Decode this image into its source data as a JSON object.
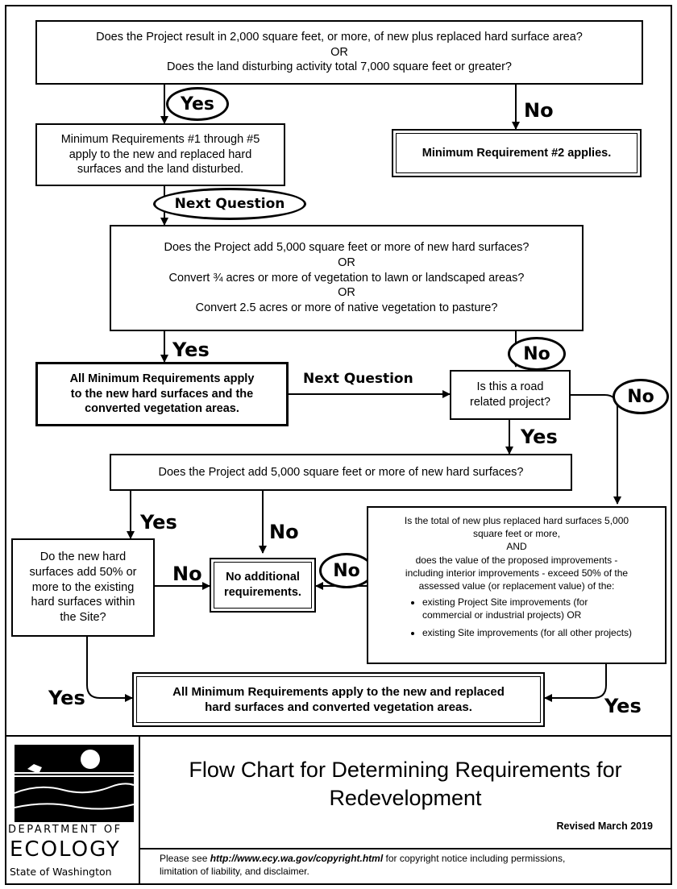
{
  "q1": {
    "line1": "Does the Project result in 2,000 square feet, or more, of new plus replaced hard surface area?",
    "or": "OR",
    "line2": "Does the land disturbing activity total 7,000 square feet or greater?"
  },
  "mr1to5": {
    "line1": "Minimum Requirements #1 through #5",
    "line2": "apply to the new and replaced hard",
    "line3": "surfaces and the land disturbed."
  },
  "mr2": "Minimum Requirement #2 applies.",
  "q2": {
    "line1": "Does the Project add 5,000 square feet or more of new hard surfaces?",
    "or1": "OR",
    "line2": "Convert ¾ acres or more of vegetation to lawn or landscaped areas?",
    "or2": "OR",
    "line3": "Convert 2.5 acres or more of native vegetation to pasture?"
  },
  "all_mr_new": {
    "line1": "All Minimum Requirements apply",
    "line2": "to the new hard surfaces and the",
    "line3": "converted vegetation areas."
  },
  "road": {
    "line1": "Is this a road",
    "line2": "related project?"
  },
  "q3": "Does the Project add 5,000 square feet or more of new hard surfaces?",
  "q50": {
    "line1": "Do the new hard",
    "line2": "surfaces add 50% or",
    "line3": "more to the existing",
    "line4": "hard surfaces within",
    "line5": "the Site?"
  },
  "noadd": {
    "line1": "No additional",
    "line2": "requirements."
  },
  "total": {
    "line1": "Is the total of new plus replaced hard surfaces 5,000",
    "line2": "square feet or more,",
    "and": "AND",
    "line3": "does the value of the proposed improvements -",
    "line4": "including interior improvements - exceed 50% of the",
    "line5": "assessed value (or replacement value) of the:",
    "bullet1_a": "existing Project Site improvements (for",
    "bullet1_b": "commercial or industrial projects) OR",
    "bullet2": "existing Site improvements (for all other projects)"
  },
  "all_mr_final": {
    "line1": "All Minimum Requirements apply to the new and replaced",
    "line2": "hard surfaces and converted vegetation areas."
  },
  "labels": {
    "yes": "Yes",
    "no": "No",
    "next_question": "Next Question"
  },
  "footer": {
    "title_line1": "Flow Chart for Determining Requirements for",
    "title_line2": "Redevelopment",
    "revised": "Revised March 2019",
    "copyright_pre": "Please see ",
    "copyright_url": "http://www.ecy.wa.gov/copyright.html",
    "copyright_post": " for copyright notice including permissions,",
    "copyright_line2": "limitation of liability, and disclaimer.",
    "dept_line1": "DEPARTMENT OF",
    "dept_line2": "ECOLOGY",
    "dept_line3": "State of Washington"
  }
}
